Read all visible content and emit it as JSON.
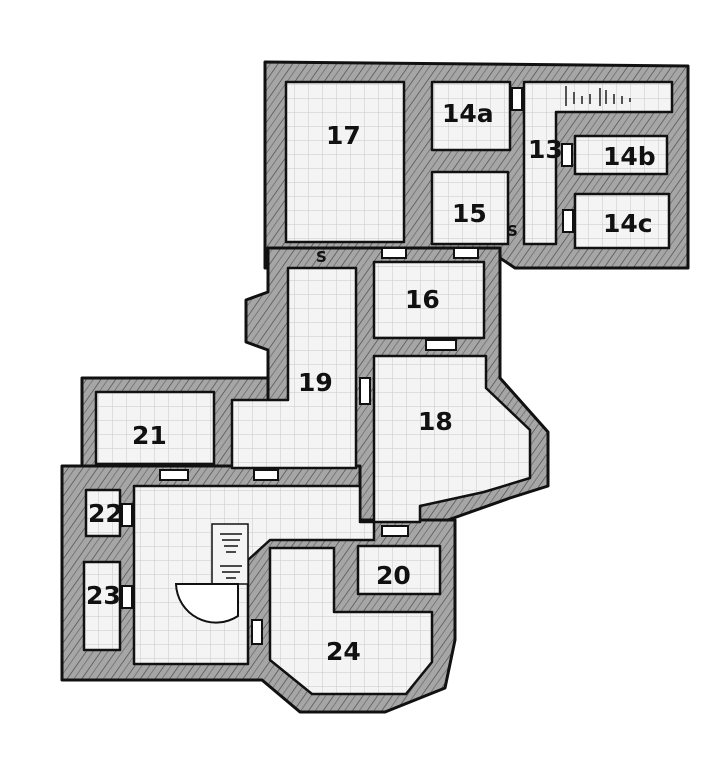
{
  "colors": {
    "wall_fill": "#a6a6a6",
    "wall_stroke": "#111111",
    "floor_fill": "#f4f4f4",
    "grid_line": "#c9c9c9",
    "door_fill": "#ffffff",
    "paper": "#ffffff"
  },
  "rooms": {
    "r13": "13",
    "r14a": "14a",
    "r14b": "14b",
    "r14c": "14c",
    "r15": "15",
    "r16": "16",
    "r17": "17",
    "r18": "18",
    "r19": "19",
    "r20": "20",
    "r21": "21",
    "r22": "22",
    "r23": "23",
    "r24": "24"
  },
  "secret_doors": {
    "s_room17": "S",
    "s_room15": "S"
  },
  "features": [
    "staircase-icon",
    "spiral-stair-icon",
    "rubble-icon"
  ]
}
